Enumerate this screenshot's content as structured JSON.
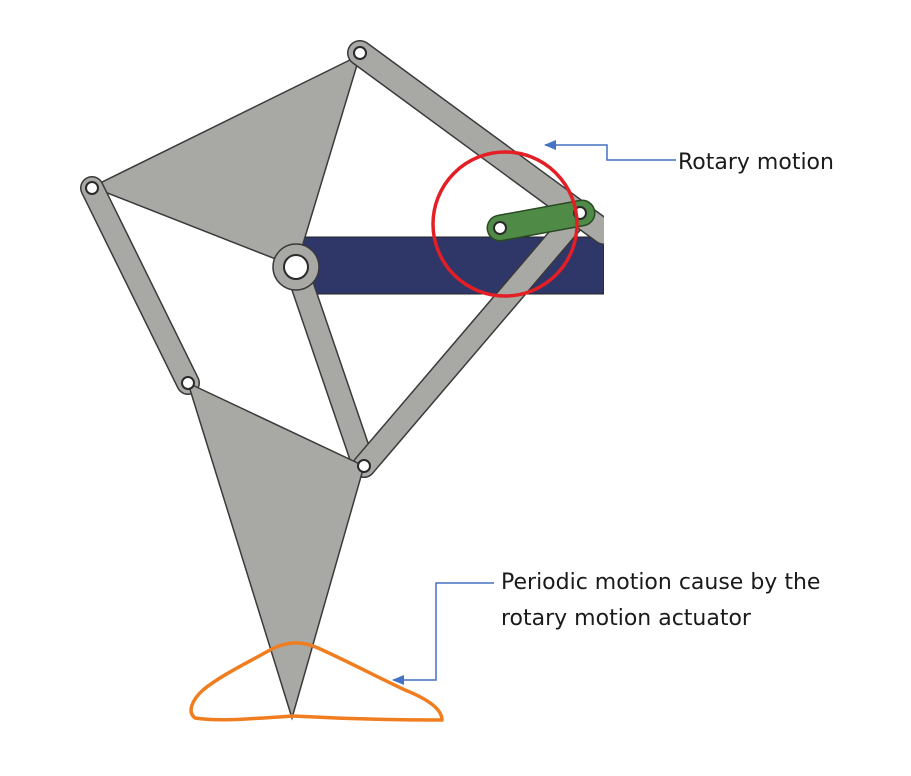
{
  "annotations": {
    "rotary": "Rotary motion",
    "periodic_line1": "Periodic motion cause by the",
    "periodic_line2": "rotary motion actuator"
  },
  "colors": {
    "link_fill": "#a8a8a4",
    "link_stroke": "#3a3a3a",
    "frame_fill": "#2e3768",
    "crank_fill": "#4f8a46",
    "highlight_circle": "#e31e24",
    "path_curve": "#f07d1f",
    "arrow": "#4472c4"
  }
}
